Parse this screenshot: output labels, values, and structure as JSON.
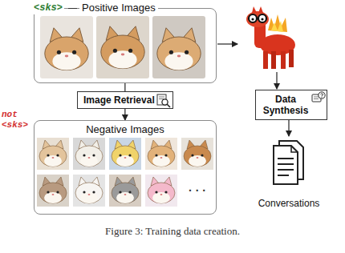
{
  "diagram": {
    "caption": "Figure 3: Training data creation.",
    "nodes": [
      {
        "text": [
          "<sks>",
          "Positive Images"
        ]
      },
      {
        "text": [
          "Image Retrieval"
        ]
      },
      {
        "text": [
          "not <sks>",
          "Negative Images"
        ]
      },
      {
        "text": [
          "Data Synthesis"
        ]
      },
      {
        "text": [
          "Conversations"
        ]
      }
    ],
    "edges": [
      {
        "from": 0,
        "to": 1,
        "arrow": "none"
      },
      {
        "from": 1,
        "to": 2,
        "arrow": "to"
      },
      {
        "from": 3,
        "to": 4,
        "arrow": "to"
      }
    ],
    "labels": [
      "· · ·"
    ]
  }
}
